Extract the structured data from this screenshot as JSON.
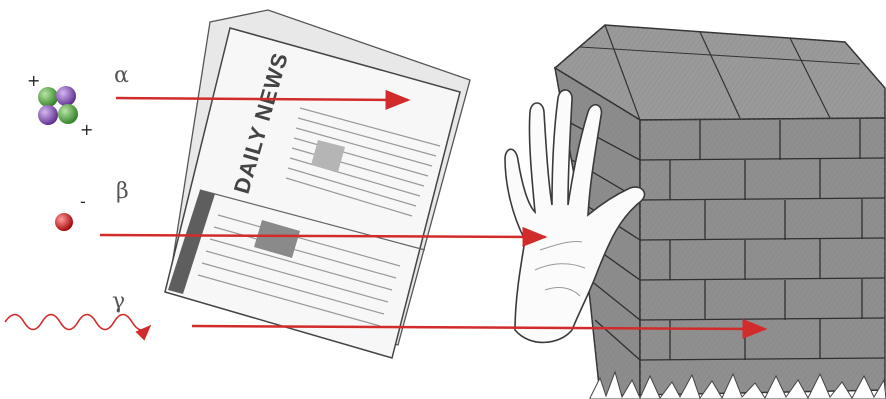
{
  "labels": {
    "alpha": "α",
    "beta": "β",
    "gamma": "γ",
    "newspaper_title": "DAILY NEWS"
  },
  "charges": {
    "alpha_plus_1": "+",
    "alpha_plus_2": "+",
    "beta_minus": "-"
  },
  "colors": {
    "arrow": "#d22b2b",
    "nucleus_green": "#5bb04a",
    "nucleus_purple": "#8a55c2",
    "electron": "#d01818",
    "wave": "#d22b2b",
    "brick": "#7a7a7a",
    "paper": "#f2f2f2"
  },
  "icons": {
    "alpha_source": "helium-nucleus-icon",
    "beta_source": "electron-icon",
    "gamma_source": "wave-icon",
    "paper_barrier": "newspaper-icon",
    "skin_barrier": "hand-icon",
    "wall_barrier": "brick-wall-icon"
  }
}
